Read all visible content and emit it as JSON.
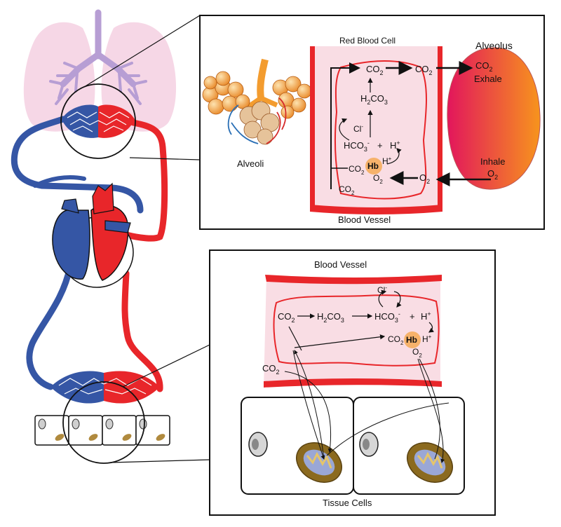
{
  "upper_panel": {
    "red_blood_cell": "Red Blood Cell",
    "alveolus": "Alveolus",
    "alveoli": "Alveoli",
    "blood_vessel": "Blood Vessel",
    "co2_a": "CO",
    "co2_b": "CO",
    "co2_c": "CO",
    "co2_exhale": "Exhale",
    "h2co3": "H",
    "h2co3_b": "CO",
    "cl": "Cl",
    "hco3": "HCO",
    "plus": "+",
    "h_plus": "H",
    "hb": "Hb",
    "co2_hb": "CO",
    "h_plus_2": "H",
    "o2_hb": "O",
    "o2_mid": "O",
    "inhale": "Inhale",
    "o2_inhale": "O",
    "co2_out": "CO"
  },
  "lower_panel": {
    "blood_vessel": "Blood Vessel",
    "tissue_cells": "Tissue Cells",
    "co2_1": "CO",
    "h2co3": "H",
    "h2co3_b": "CO",
    "hco3": "HCO",
    "plus": "+",
    "h_plus": "H",
    "cl": "Cl",
    "co2_hb": "CO",
    "hb": "Hb",
    "h_plus_2": "H",
    "o2": "O",
    "co2_out": "CO"
  },
  "subscripts": {
    "two": "2",
    "three": "3",
    "minus": "-",
    "plus_sup": "+"
  },
  "colors": {
    "artery_red": "#e8262a",
    "vein_blue": "#3556a5",
    "lung_pink": "#f7dbe9",
    "bronchi_purple": "#b39ad0",
    "vessel_fill": "#f9dde4",
    "hb_orange": "#f6b26b",
    "alveolus_start": "#e4185a",
    "alveolus_end": "#f7941d"
  }
}
